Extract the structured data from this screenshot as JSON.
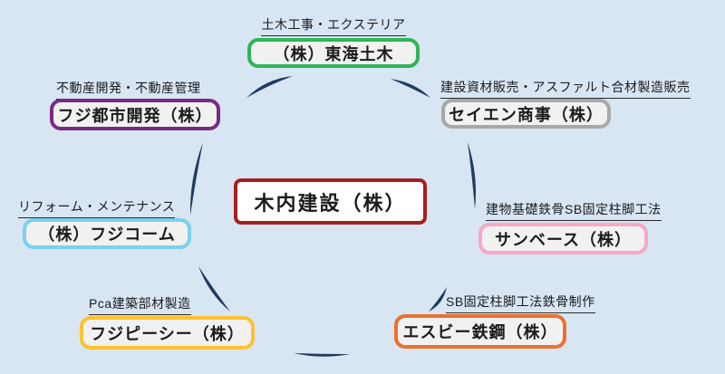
{
  "colors": {
    "background": "#d8e5f3",
    "arc": "#1e3c5f",
    "box_fill": "#f1f1f1",
    "text": "#1b1b1b"
  },
  "center": {
    "name": "木内建設（株）",
    "border_color": "#a6201f"
  },
  "companies": [
    {
      "position": "top",
      "category": "土木工事・エクステリア",
      "name": "（株）東海土木",
      "border_color": "#2fb457"
    },
    {
      "position": "top-left",
      "category": "不動産開発・不動産管理",
      "name": "フジ都市開発（株）",
      "border_color": "#7a2b80"
    },
    {
      "position": "top-right",
      "category": "建設資材販売・アスファルト合材製造販売",
      "name": "セイエン商事（株）",
      "border_color": "#a8a8a8"
    },
    {
      "position": "left",
      "category": "リフォーム・メンテナンス",
      "name": "（株）フジコーム",
      "border_color": "#7cd0f0"
    },
    {
      "position": "right",
      "category": "建物基礎鉄骨SB固定柱脚工法",
      "name": "サンベース（株）",
      "border_color": "#f7a8c7"
    },
    {
      "position": "bottom-left",
      "category": "Pca建築部材製造",
      "name": "フジピーシー（株）",
      "border_color": "#fdc22e"
    },
    {
      "position": "bottom-right",
      "category": "SB固定柱脚工法鉄骨制作",
      "name": "エスビー鉄鋼（株）",
      "border_color": "#e8722e"
    }
  ]
}
